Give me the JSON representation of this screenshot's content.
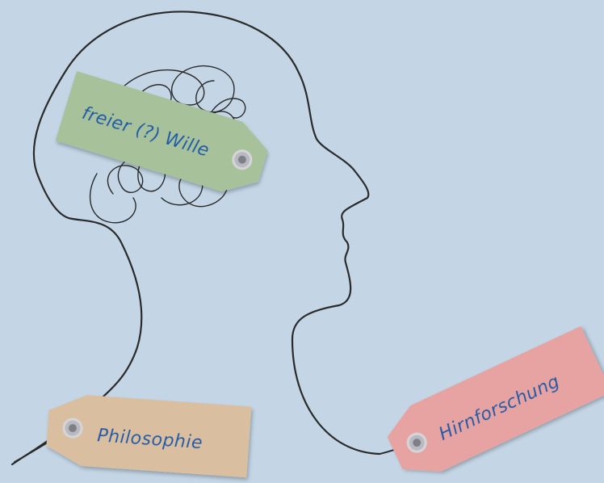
{
  "tags": {
    "top": {
      "label": "freier (?) Wille",
      "color": "#a7c29a"
    },
    "bottom_left": {
      "label": "Philosophie",
      "color": "#d9bf9f"
    },
    "bottom_right": {
      "label": "Hirnforschung",
      "color": "#e6a3a1"
    }
  },
  "colors": {
    "background": "#c4d6e6",
    "string": "#2a2a2a",
    "text": "#1d5aa8"
  }
}
